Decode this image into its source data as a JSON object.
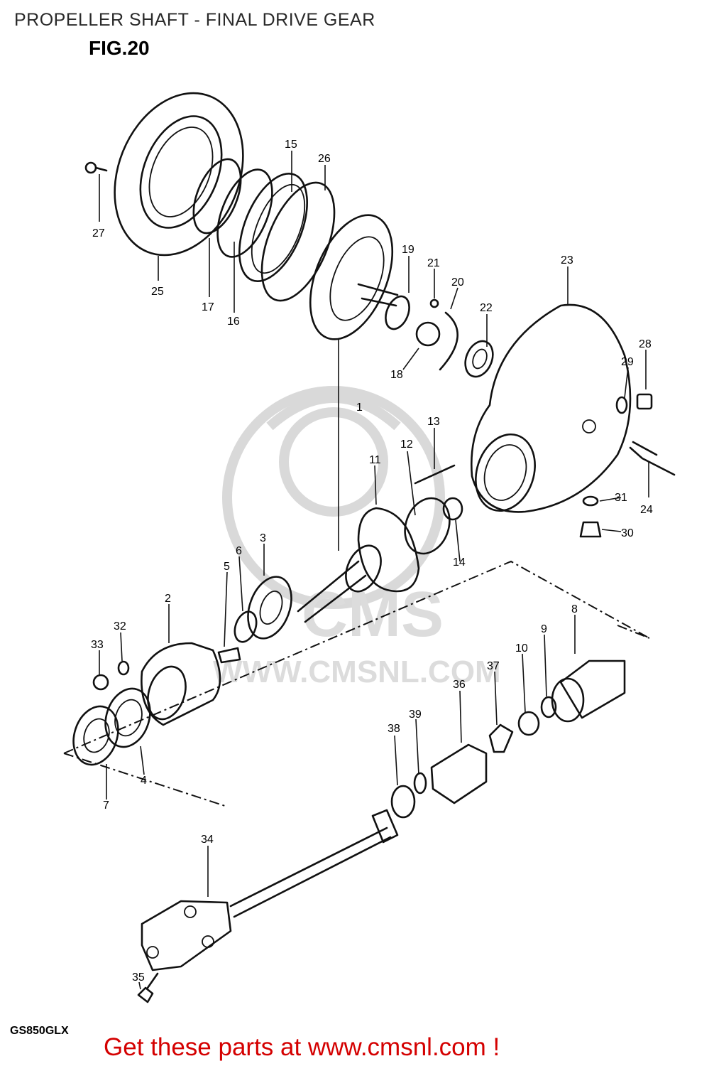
{
  "title": "PROPELLER SHAFT - FINAL DRIVE GEAR",
  "figure_label": "FIG.20",
  "model": "GS850GLX",
  "watermark": {
    "logo_text": "CMS",
    "url_text": "WWW.CMSNL.COM"
  },
  "promo_text": "Get these parts at www.cmsnl.com !",
  "colors": {
    "promo": "#d40000",
    "line": "#111111",
    "watermark": "#d9d9d9"
  },
  "callouts": [
    "1",
    "2",
    "3",
    "4",
    "5",
    "6",
    "7",
    "8",
    "9",
    "10",
    "11",
    "12",
    "13",
    "14",
    "15",
    "16",
    "17",
    "18",
    "19",
    "20",
    "21",
    "22",
    "23",
    "24",
    "25",
    "26",
    "27",
    "28",
    "29",
    "30",
    "31",
    "32",
    "33",
    "34",
    "35",
    "36",
    "37",
    "38",
    "39"
  ]
}
